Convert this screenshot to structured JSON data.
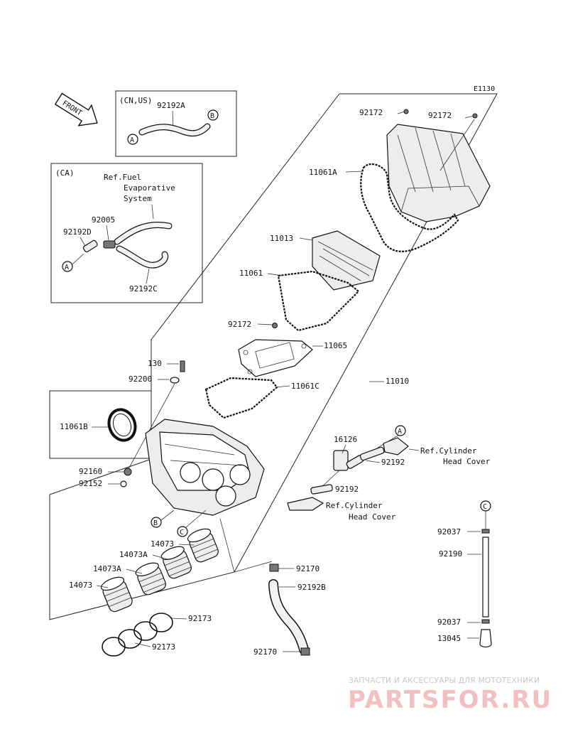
{
  "diagram": {
    "code": "E1130",
    "front_label": "FRONT",
    "inset_cn_us": {
      "title": "(CN,US)",
      "hose_label": "92192A",
      "marker_a": "A",
      "marker_b": "B"
    },
    "inset_ca": {
      "title": "(CA)",
      "ref_line1": "Ref.Fuel",
      "ref_line2": "Evaporative",
      "ref_line3": "System",
      "fitting_label": "92005",
      "hose_d_label": "92192D",
      "hose_c_label": "92192C",
      "marker_a": "A"
    },
    "callouts": {
      "p92172_a": "92172",
      "p92172_b": "92172",
      "p11061A": "11061A",
      "p11013": "11013",
      "p11061": "11061",
      "p92172_c": "92172",
      "p11065": "11065",
      "p130": "130",
      "p92200": "92200",
      "p11061C": "11061C",
      "p11010": "11010",
      "p11061B": "11061B",
      "p16126": "16126",
      "p92192_a": "92192",
      "p92192_b": "92192",
      "p92160": "92160",
      "p92152": "92152",
      "p14073_a": "14073",
      "p14073A_a": "14073A",
      "p14073A_b": "14073A",
      "p14073_b": "14073",
      "p92170_a": "92170",
      "p92192B": "92192B",
      "p92173_a": "92173",
      "p92173_b": "92173",
      "p92170_b": "92170",
      "p92037_a": "92037",
      "p92190": "92190",
      "p92037_b": "92037",
      "p13045": "13045"
    },
    "refs": {
      "cyl_head_1_line1": "Ref.Cylinder",
      "cyl_head_1_line2": "Head Cover",
      "cyl_head_2_line1": "Ref.Cylinder",
      "cyl_head_2_line2": "Head Cover"
    },
    "markers": {
      "a": "A",
      "b": "B",
      "c_body": "C",
      "c_drain": "C"
    },
    "watermark": {
      "line1": "ЗАПЧАСТИ И АКСЕССУАРЫ ДЛЯ МОТОТЕХНИКИ",
      "line2": "PARTSFOR.RU"
    }
  }
}
